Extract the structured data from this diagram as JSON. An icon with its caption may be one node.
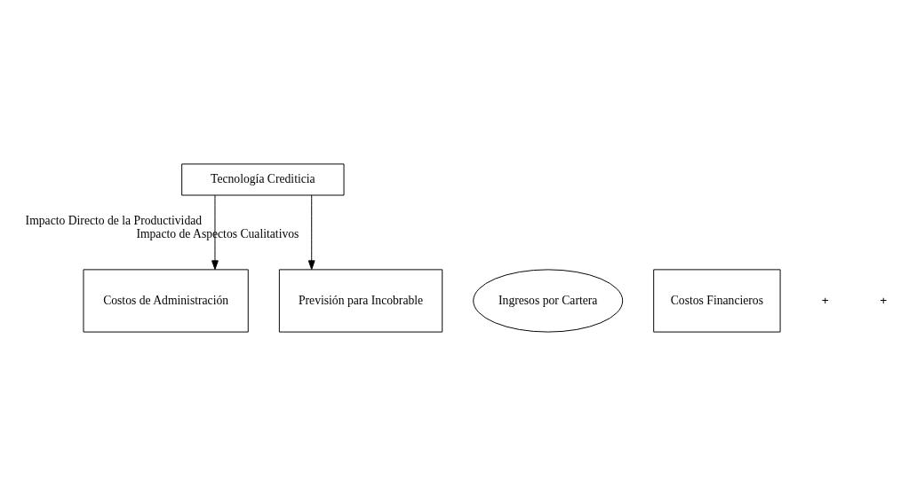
{
  "diagram": {
    "nodes": [
      {
        "text": [
          "Tecnología Crediticia"
        ]
      },
      {
        "text": [
          "Ingresos por Cartera"
        ]
      },
      {
        "text": [
          "Costos de Administración"
        ]
      },
      {
        "text": [
          "Previsión para Incobrable"
        ]
      },
      {
        "text": [
          "Costos Financieros"
        ]
      }
    ],
    "edges": [
      {
        "from": 0,
        "to": 2,
        "arrow": "to",
        "label": "Impacto Directo de la Productividad"
      },
      {
        "from": 0,
        "to": 3,
        "arrow": "to",
        "label": "Impacto de Aspectos Cualitativos"
      }
    ],
    "labels": [
      "+",
      "+"
    ]
  }
}
